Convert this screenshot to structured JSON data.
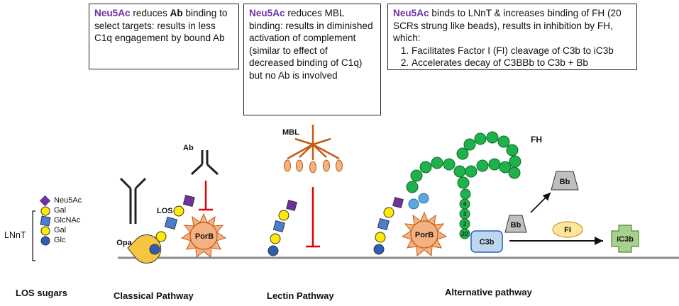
{
  "boxes": {
    "classical": {
      "lead": "Neu5Ac",
      "pre": " reduces ",
      "bold": "Ab",
      "rest": " binding to select targets: results in less C1q engagement by bound Ab"
    },
    "lectin": {
      "lead": "Neu5Ac",
      "rest": " reduces MBL binding: results in diminished activation of complement (similar to effect of decreased binding of  C1q) but no Ab is involved"
    },
    "alternative": {
      "lead": "Neu5Ac",
      "rest": " binds to LNnT & increases binding of FH (20 SCRs strung like beads), results in inhibition by FH, which:",
      "items": [
        "Facilitates Factor I (FI) cleavage of C3b to iC3b",
        "Accelerates decay of C3BBb to C3b + Bb"
      ]
    }
  },
  "legend": {
    "group_label": "LNnT",
    "items": [
      "Neu5Ac",
      "Gal",
      "GlcNAc",
      "Gal",
      "Glc"
    ]
  },
  "labels": {
    "ab": "Ab",
    "los": "LOS",
    "opa": "Opa",
    "porb_classical": "PorB",
    "mbl": "MBL",
    "fh": "FH",
    "porb_alt": "PorB",
    "c3b": "C3b",
    "bb_attached": "Bb",
    "bb_released": "Bb",
    "fi": "FI",
    "ic3b": "iC3b",
    "fh_beads": [
      "20",
      "2",
      "3",
      "4"
    ]
  },
  "sections": {
    "los_sugars": "LOS sugars",
    "classical": "Classical Pathway",
    "lectin": "Lectin Pathway",
    "alternative": "Alternative pathway"
  },
  "colors": {
    "neu5ac": "#7030a0",
    "gal": "#ffea00",
    "glcnac": "#4a7fcf",
    "glc": "#2e5db8",
    "porb": "#f4b183",
    "mbl": "#c55a11",
    "fh_bead": "#1db34a",
    "inhibit": "#e00000",
    "ic3b": "#a9d18e",
    "c3b": "#bdd7ee",
    "fi": "#ffe699",
    "bb": "#bfbfbf",
    "membrane": "#8c8c8c"
  }
}
